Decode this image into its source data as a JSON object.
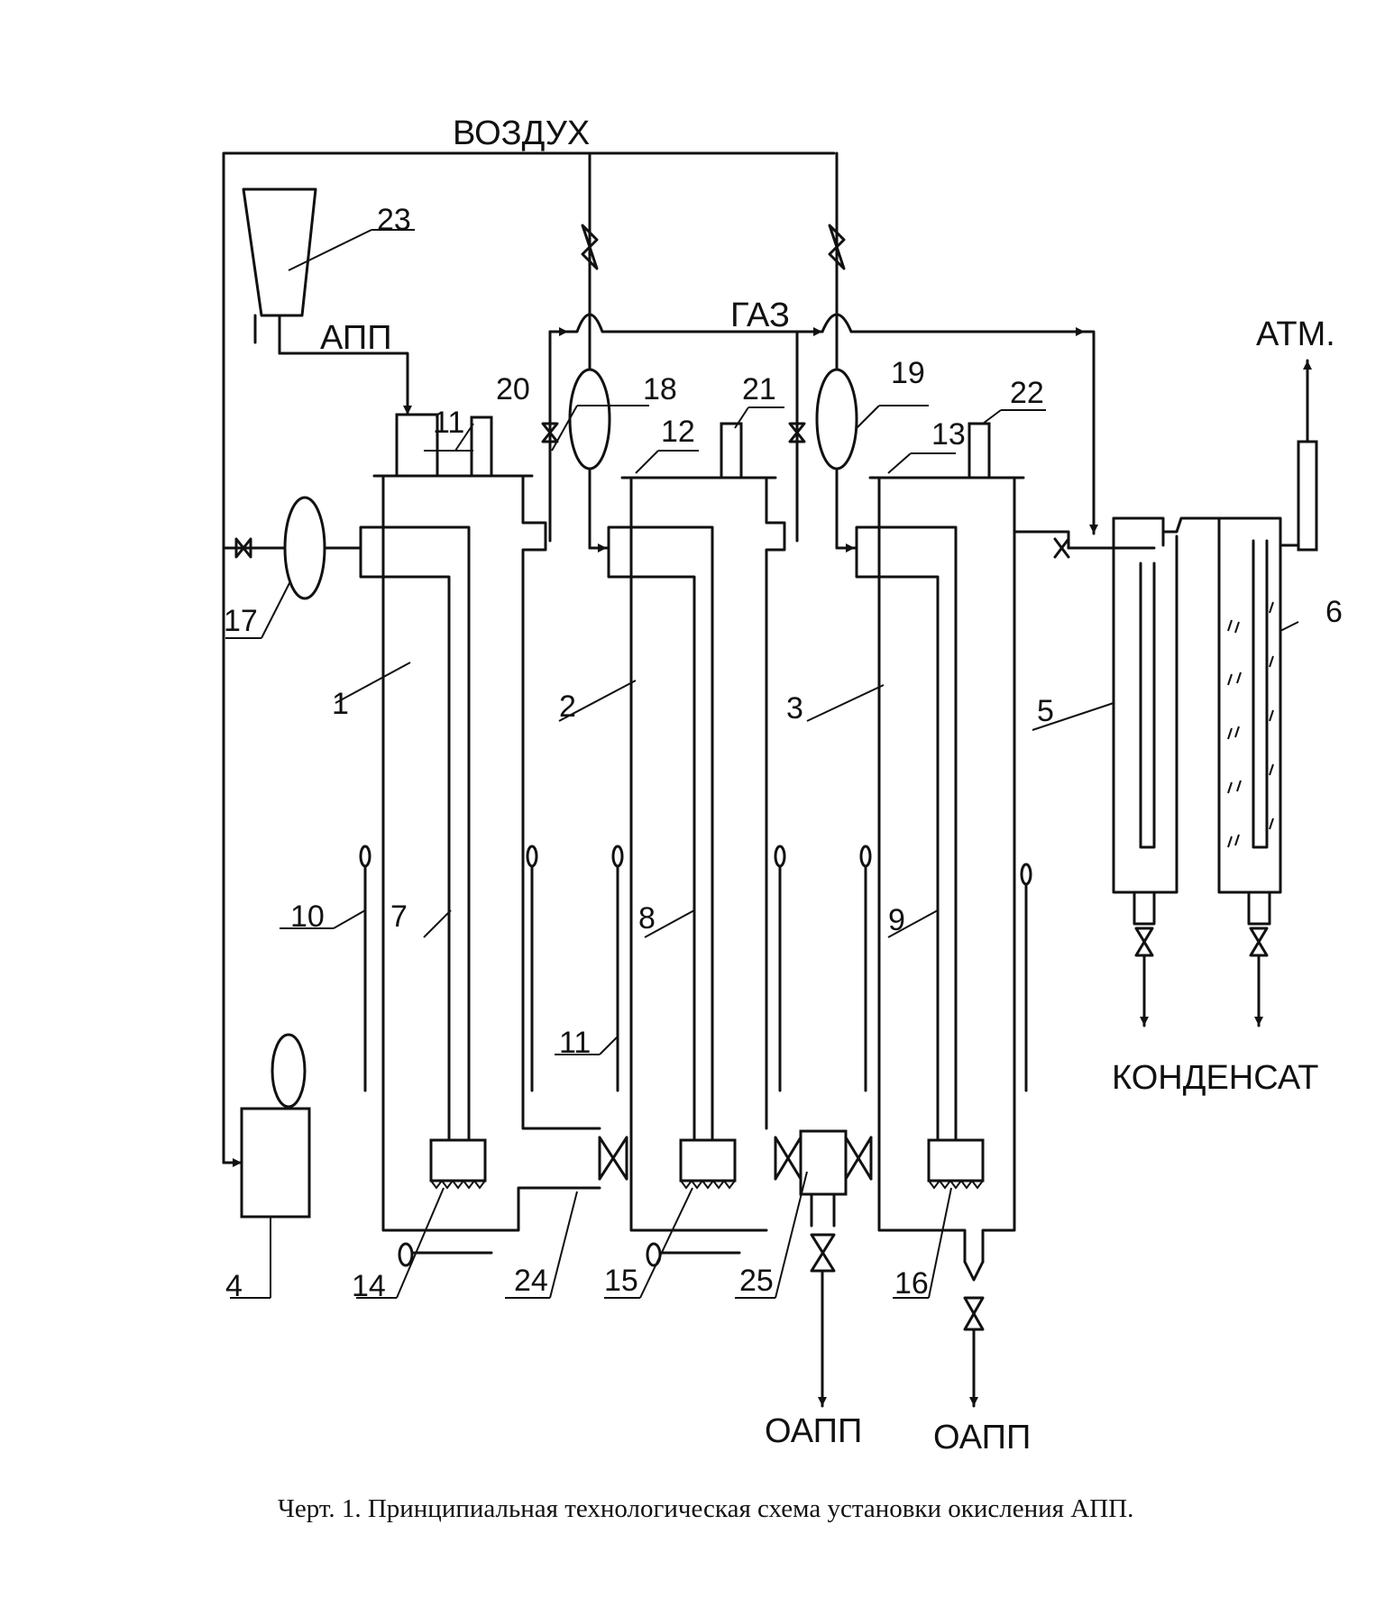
{
  "streams": {
    "air": "ВОЗДУХ",
    "gas": "ГАЗ",
    "app": "АПП",
    "atm": "АТМ.",
    "condensate": "КОНДЕНСАТ",
    "oapp_1": "ОАПП",
    "oapp_2": "ОАПП"
  },
  "labels": {
    "l1": "1",
    "l2": "2",
    "l3": "3",
    "l4": "4",
    "l5": "5",
    "l6": "6",
    "l7": "7",
    "l8": "8",
    "l9": "9",
    "l10": "10",
    "l11a": "11",
    "l11b": "11",
    "l12": "12",
    "l13": "13",
    "l14": "14",
    "l15": "15",
    "l16": "16",
    "l17": "17",
    "l18": "18",
    "l19": "19",
    "l20": "20",
    "l21": "21",
    "l22": "22",
    "l23": "23",
    "l24": "24",
    "l25": "25"
  },
  "caption": "Черт. 1. Принципиальная технологическая схема установки окисления АПП."
}
